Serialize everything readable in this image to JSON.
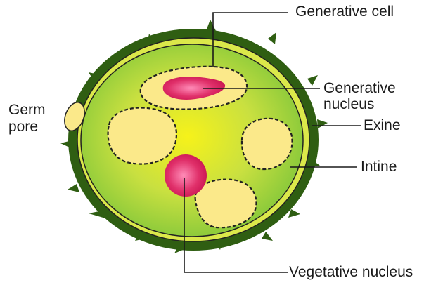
{
  "labels": {
    "generative_cell": "Generative cell",
    "generative_nucleus_line1": "Generative",
    "generative_nucleus_line2": "nucleus",
    "exine": "Exine",
    "intine": "Intine",
    "germ_pore_line1": "Germ",
    "germ_pore_line2": "pore",
    "vegetative_nucleus": "Vegetative nucleus"
  },
  "colors": {
    "exine": "#2f5e12",
    "intine": "#dbe84a",
    "cytoplasm_center": "#f2f01a",
    "cytoplasm_edge": "#86c83a",
    "vacuole": "#fbe98a",
    "nucleus": "#d81e5b",
    "nucleus_highlight": "#ff86b4",
    "line": "#1a1a1a"
  }
}
